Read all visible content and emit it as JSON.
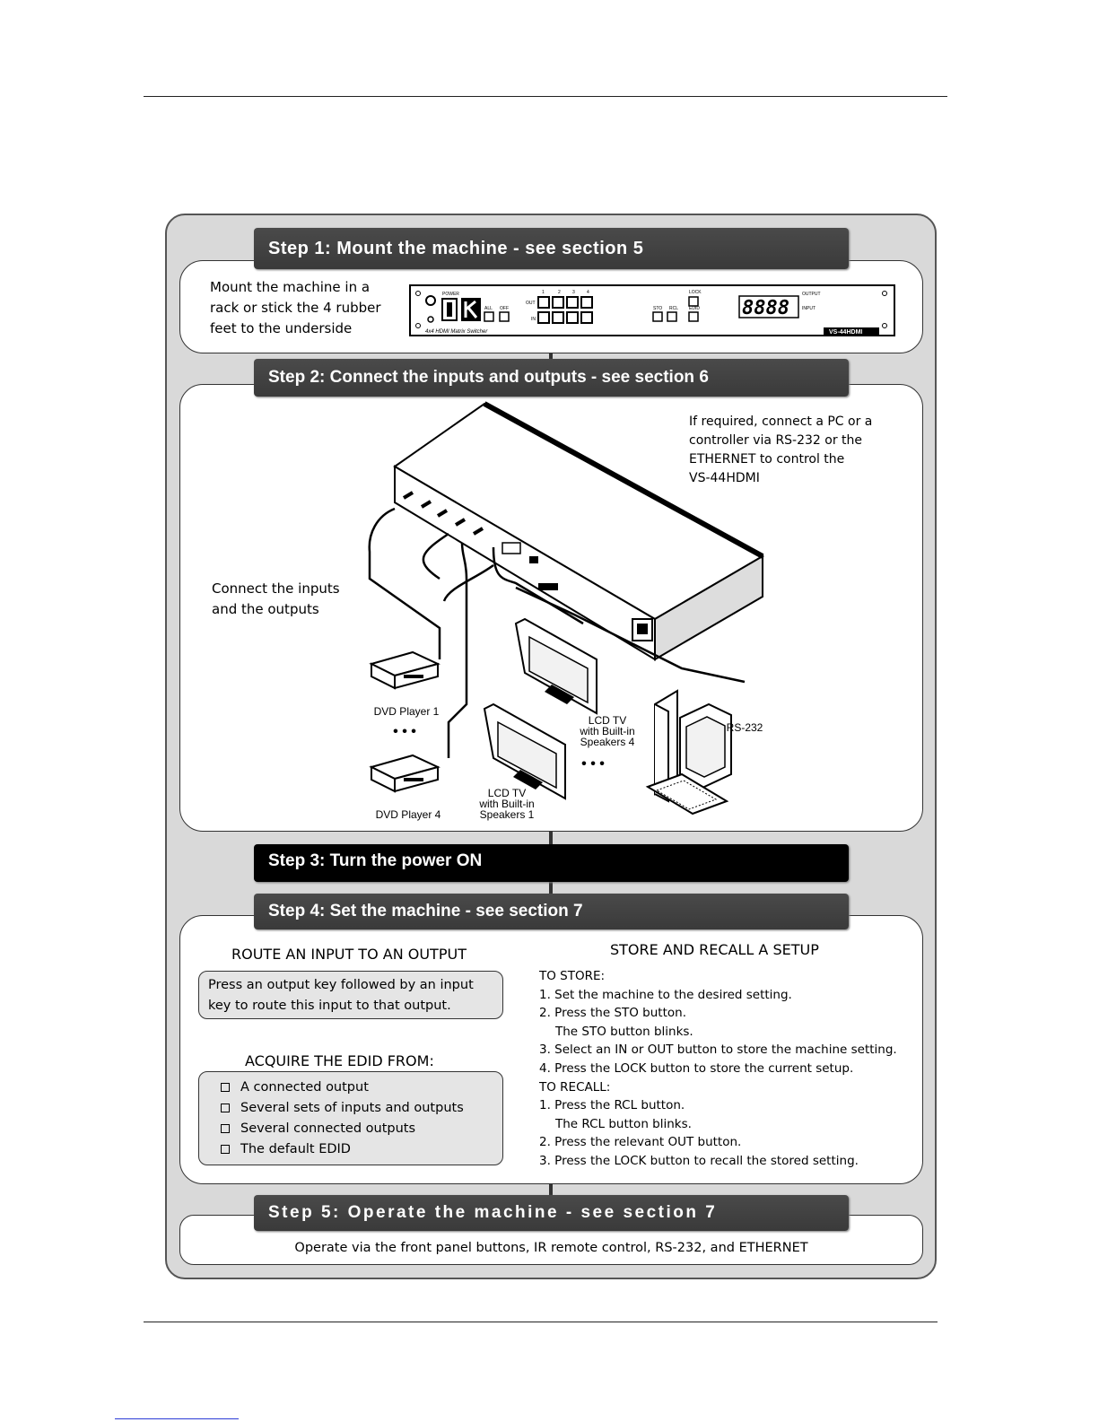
{
  "step1": {
    "title": "Step 1: Mount the machine - see section 5",
    "desc": [
      "Mount the machine in a",
      "rack or stick the 4 rubber",
      "feet to the underside"
    ],
    "panel": {
      "power": "POWER",
      "out": "OUT",
      "in": "IN",
      "all": "ALL",
      "off": "OFF",
      "sto": "STO",
      "rcl": "RCL",
      "lock": "LOCK",
      "edid": "EDID",
      "output": "OUTPUT",
      "input": "INPUT",
      "nums": [
        "1",
        "2",
        "3",
        "4"
      ],
      "display": "8888",
      "label_left": "4x4 HDMI Matrix Switcher",
      "label_right": "VS-44HDMI"
    }
  },
  "step2": {
    "title": "Step 2: Connect the inputs and outputs - see section 6",
    "pc_note": [
      "If required, connect a PC or a",
      "controller via RS-232 or the",
      "ETHERNET to control the",
      " VS-44HDMI"
    ],
    "inputs_note": [
      "Connect the inputs",
      "and the outputs"
    ],
    "labels": {
      "dvd1": "DVD Player 1",
      "dvd4": "DVD Player 4",
      "lcd4": [
        "LCD TV",
        "with Built-in",
        "Speakers 4"
      ],
      "lcd1": [
        "LCD TV",
        "with Built-in",
        "Speakers 1"
      ],
      "rs232": "RS-232",
      "dots": "• • •"
    }
  },
  "step3": {
    "title": "Step 3: Turn the power ON"
  },
  "step4": {
    "title": "Step 4: Set the machine - see section 7",
    "route_heading": "ROUTE AN INPUT TO AN OUTPUT",
    "route_text": [
      "Press an output key followed by an input",
      "key to route this input to that output."
    ],
    "edid_heading": "ACQUIRE THE EDID FROM:",
    "edid_items": [
      "A connected output",
      "Several sets of inputs and outputs",
      "Several connected outputs",
      "The default EDID"
    ],
    "store_heading": "STORE AND RECALL A SETUP",
    "store_lines": [
      "TO STORE:",
      "1.  Set the machine to the desired setting.",
      "2. Press the STO button.",
      "The STO button blinks.",
      "3. Select an IN or OUT button to store the machine setting.",
      "4. Press the LOCK button to store the  current setup.",
      "TO RECALL:",
      "1.  Press the RCL button.",
      "The RCL button blinks.",
      "2. Press the relevant OUT button.",
      "3. Press the LOCK button to recall the  stored setting."
    ]
  },
  "step5": {
    "title": "Step 5: Operate the machine - see section 7",
    "text": "Operate via the front panel buttons, IR remote control, RS-232, and ETHERNET"
  }
}
